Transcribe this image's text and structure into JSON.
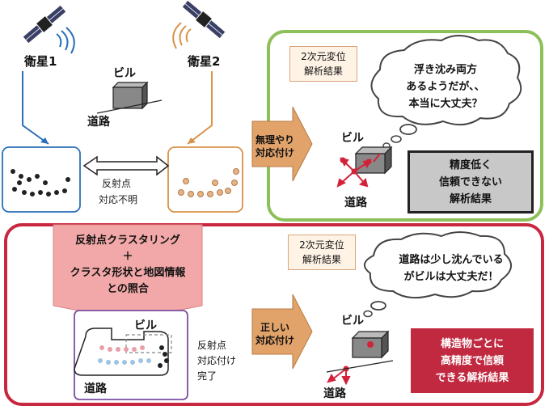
{
  "satellites": {
    "sat1_label": "衛星1",
    "sat2_label": "衛星2"
  },
  "building": {
    "label": "ビル",
    "road_label": "道路"
  },
  "correspondence": {
    "line1": "反射点",
    "line2": "対応不明"
  },
  "top_section": {
    "arrow_line1": "無理やり",
    "arrow_line2": "対応付け",
    "analysis_line1": "2次元変位",
    "analysis_line2": "解析結果",
    "bubble_line1": "浮き沈み両方",
    "bubble_line2": "あるようだが、、",
    "bubble_line3": "本当に大丈夫？",
    "result_line1": "精度低く",
    "result_line2": "信頼できない",
    "result_line3": "解析結果",
    "building_label": "ビル",
    "road_label": "道路"
  },
  "bottom_section": {
    "method_line1": "反射点クラスタリング",
    "method_line2": "＋",
    "method_line3": "クラスタ形状と地図情報",
    "method_line4": "との照合",
    "map_building_label": "ビル",
    "map_road_label": "道路",
    "status_line1": "反射点",
    "status_line2": "対応付け",
    "status_line3": "完了",
    "arrow_line1": "正しい",
    "arrow_line2": "対応付け",
    "analysis_line1": "2次元変位",
    "analysis_line2": "解析結果",
    "bubble_line1": "道路は少し沈んでいる",
    "bubble_line2": "がビルは大丈夫だ！",
    "result_line1": "構造物ごとに",
    "result_line2": "高精度で信頼",
    "result_line3": "できる解析結果",
    "building_label": "ビル",
    "road_label": "道路"
  },
  "colors": {
    "sat1_blue": "#2a6fb8",
    "sat2_orange": "#d9924a",
    "top_panel_green": "#8dbf5a",
    "bottom_panel_red": "#c8283f",
    "result_box_red": "#c0293f",
    "result_box_gray": "#c8c8c8",
    "method_box_pink": "#f2a8a8",
    "arrow_orange": "#e2a36a"
  }
}
